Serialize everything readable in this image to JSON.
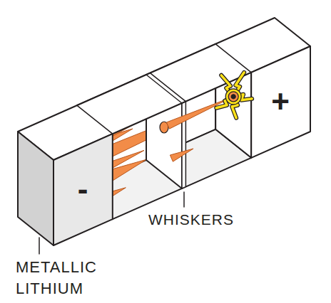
{
  "diagram": {
    "labels": [
      "+",
      "-",
      "WHISKERS",
      "METALLIC LITHIUM"
    ]
  }
}
